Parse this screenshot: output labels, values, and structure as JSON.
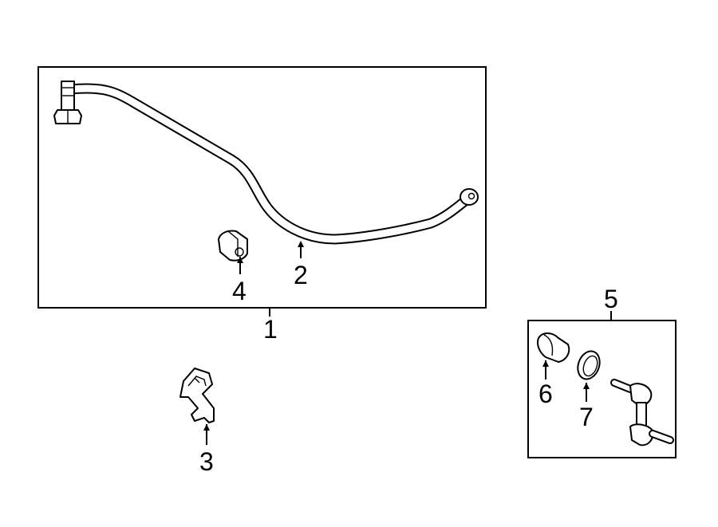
{
  "callouts": {
    "c1": "1",
    "c2": "2",
    "c3": "3",
    "c4": "4",
    "c5": "5",
    "c6": "6",
    "c7": "7"
  },
  "colors": {
    "stroke": "#000000",
    "background": "#ffffff"
  }
}
